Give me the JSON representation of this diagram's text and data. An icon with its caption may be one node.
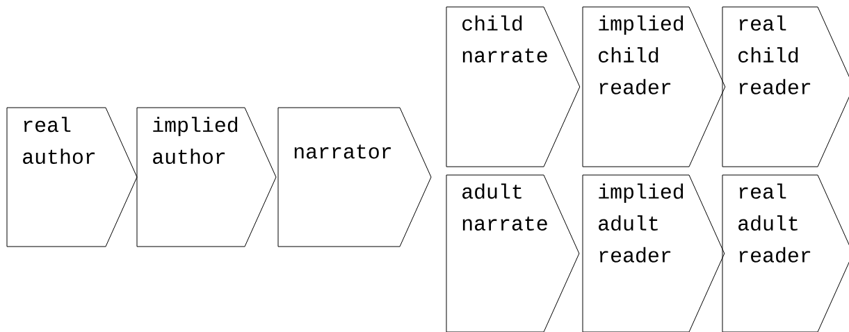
{
  "diagram": {
    "nodes": [
      {
        "text": [
          "real author"
        ]
      },
      {
        "text": [
          "implied author"
        ]
      },
      {
        "text": [
          "narrator"
        ]
      },
      {
        "text": [
          "child narrate"
        ]
      },
      {
        "text": [
          "implied child reader"
        ]
      },
      {
        "text": [
          "real child reader"
        ]
      },
      {
        "text": [
          "adult narrate"
        ]
      },
      {
        "text": [
          "implied adult reader"
        ]
      },
      {
        "text": [
          "real adult reader"
        ]
      }
    ]
  }
}
